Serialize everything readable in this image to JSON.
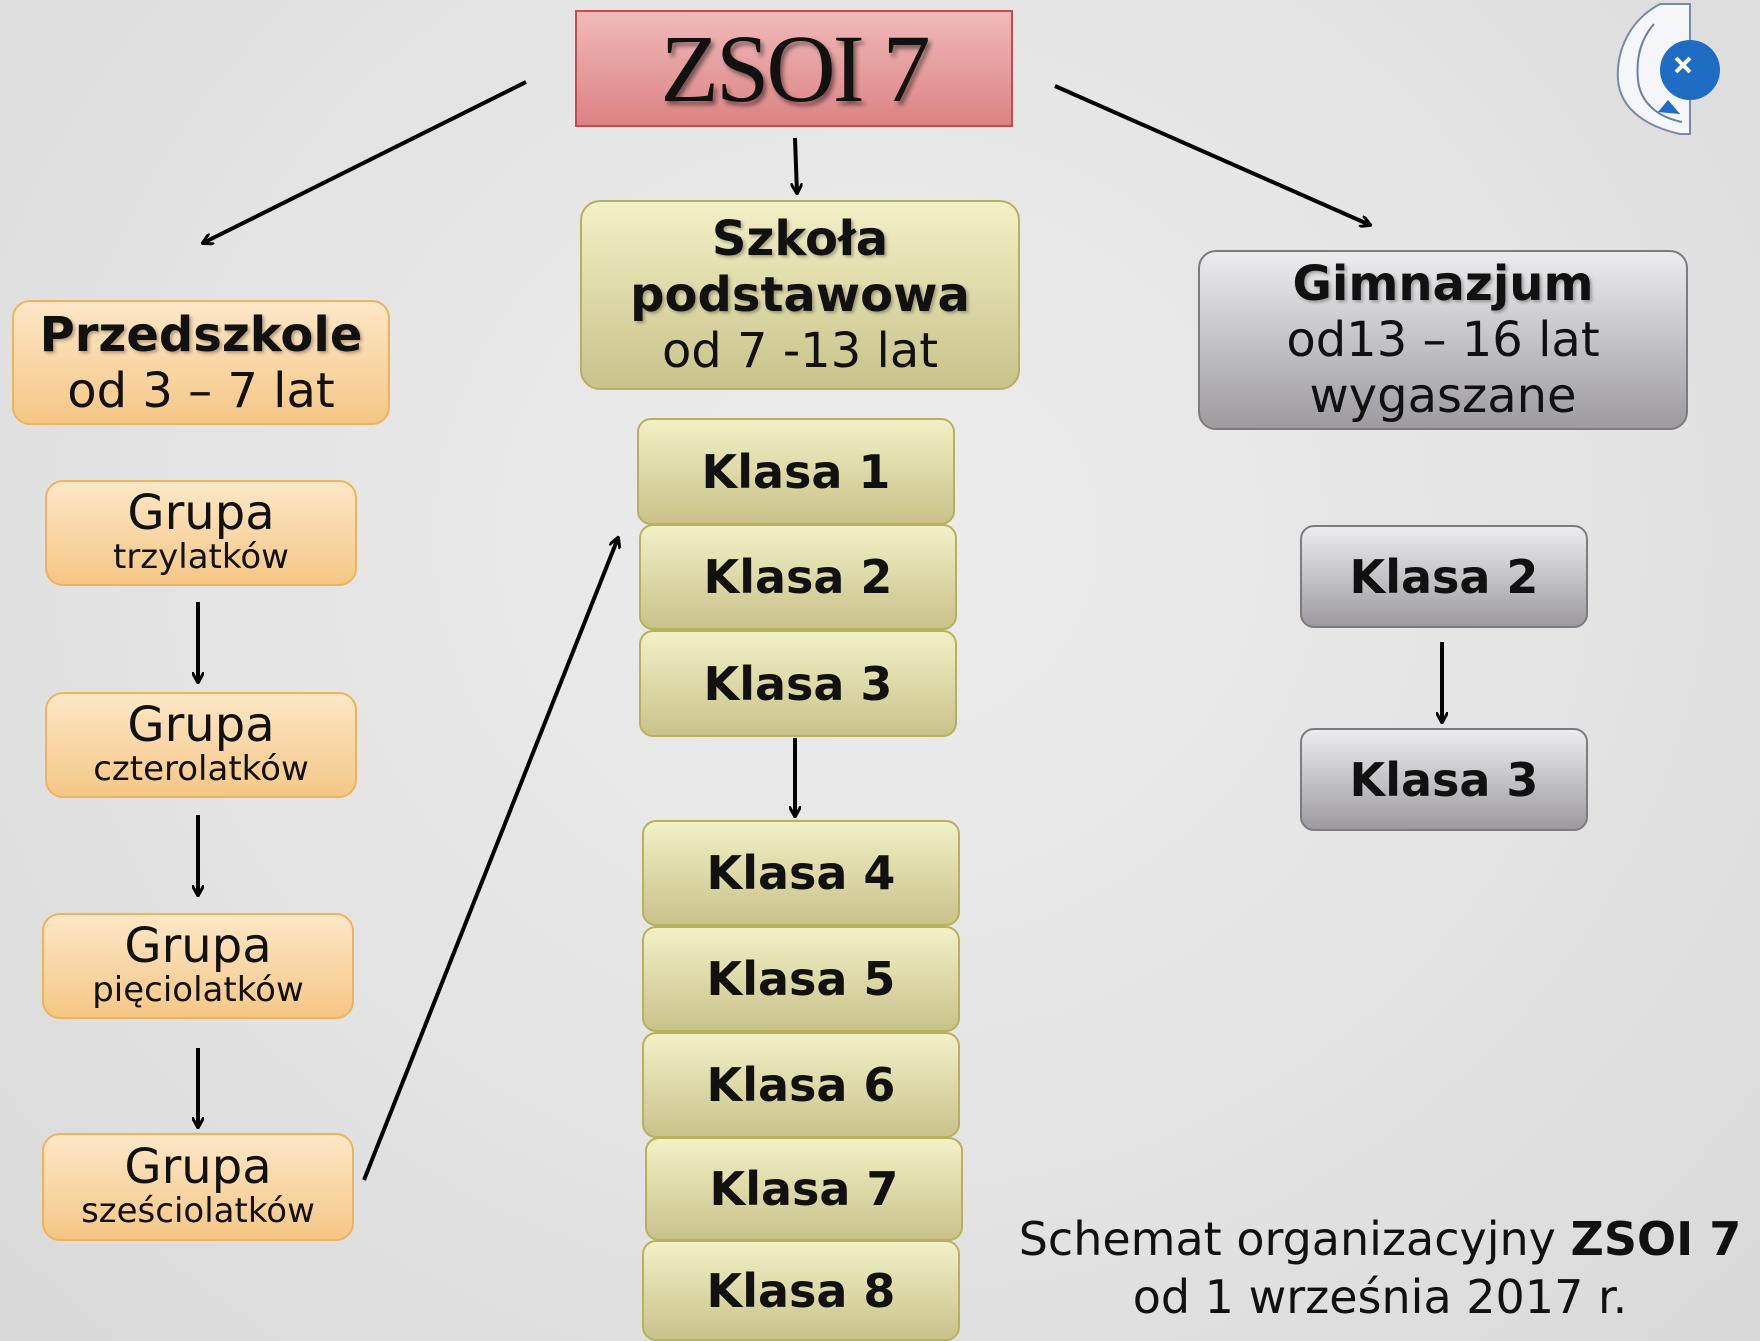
{
  "title": "ZSOI 7",
  "preschool": {
    "name": "Przedszkole",
    "age": "od 3 – 7 lat",
    "groups": [
      {
        "label": "Grupa",
        "sub": "trzylatków"
      },
      {
        "label": "Grupa",
        "sub": "czterolatków"
      },
      {
        "label": "Grupa",
        "sub": "pięciolatków"
      },
      {
        "label": "Grupa",
        "sub": "sześciolatków"
      }
    ]
  },
  "primary": {
    "name_line1": "Szkoła",
    "name_line2": "podstawowa",
    "age": "od 7 -13 lat",
    "classes": [
      "Klasa 1",
      "Klasa 2",
      "Klasa 3",
      "Klasa 4",
      "Klasa 5",
      "Klasa 6",
      "Klasa 7",
      "Klasa 8"
    ]
  },
  "gymnasium": {
    "name": "Gimnazjum",
    "age": "od13 – 16 lat",
    "status": "wygaszane",
    "classes": [
      "Klasa 2",
      "Klasa 3"
    ]
  },
  "caption": {
    "prefix": "Schemat organizacyjny ",
    "bold": "ZSOI 7",
    "line2": "od 1 września 2017 r."
  },
  "colors": {
    "title_fill": "#e49a9a",
    "preschool_fill": "#f8d39f",
    "primary_fill": "#dcd8a4",
    "gymnasium_fill": "#c6c5c8",
    "arrow": "#000000"
  }
}
